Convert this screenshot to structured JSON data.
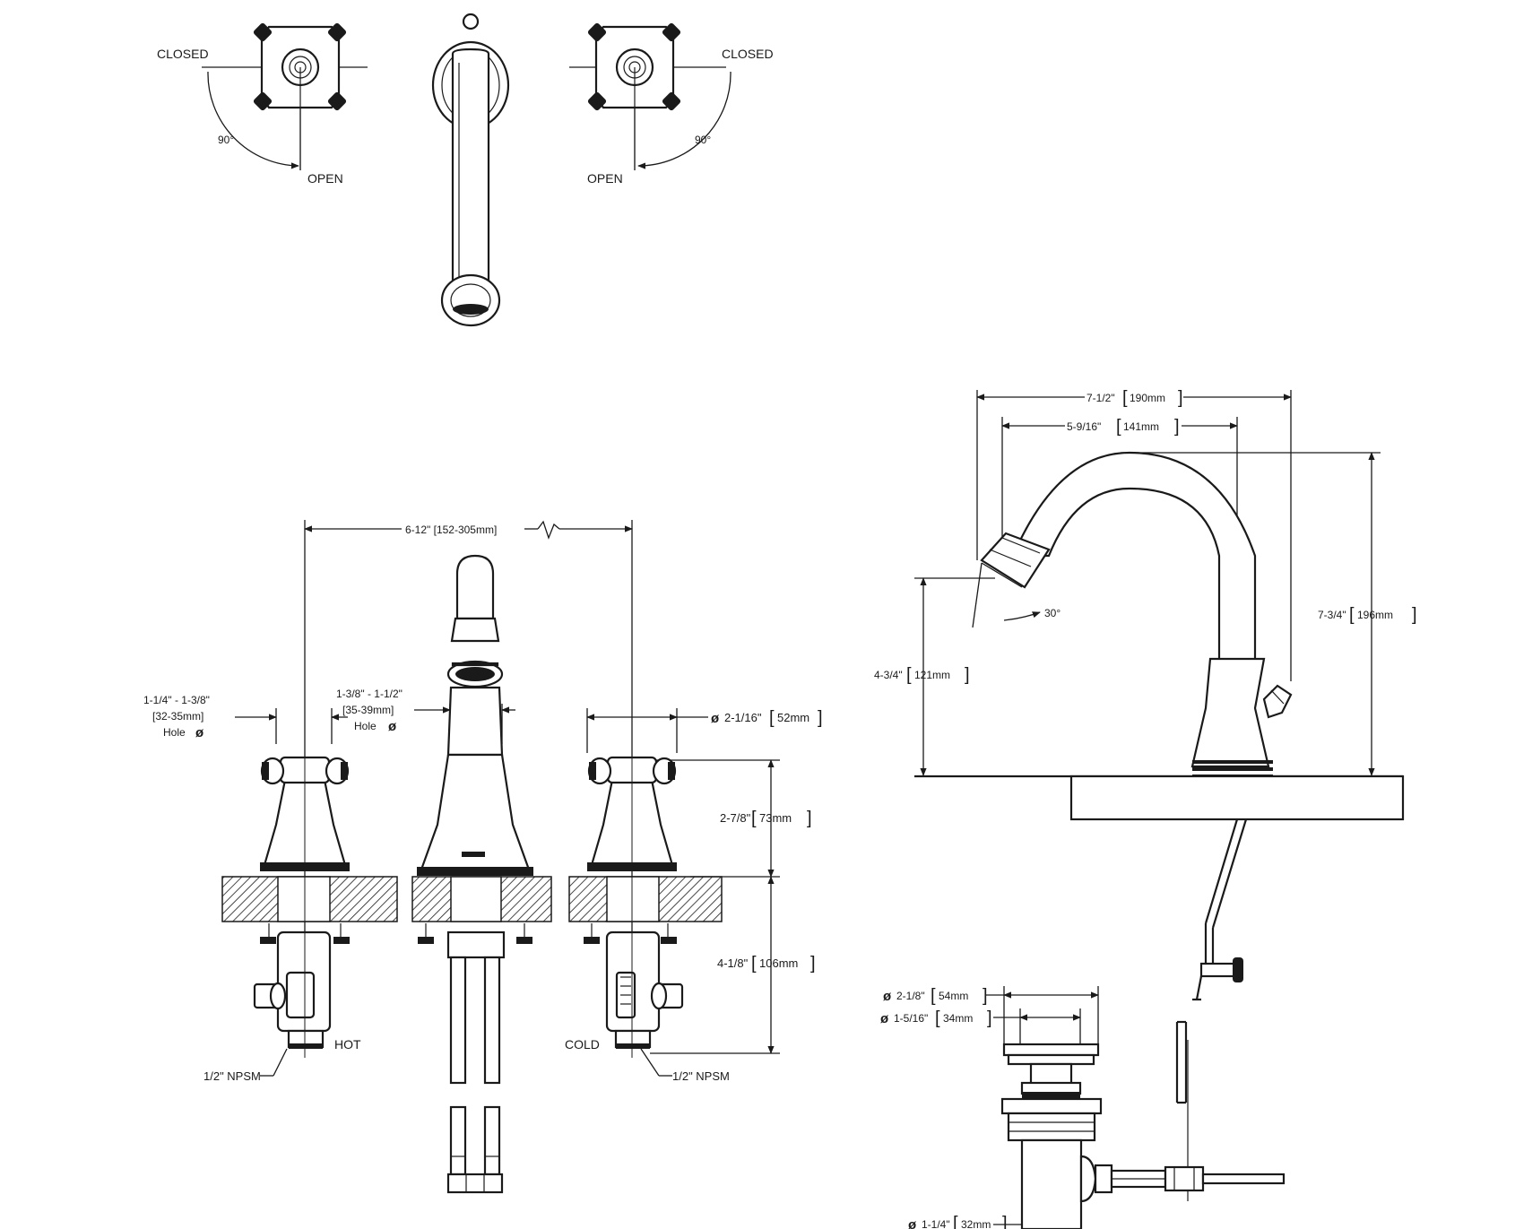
{
  "top_view": {
    "left_handle": {
      "closed_label": "CLOSED",
      "open_label": "OPEN",
      "angle_label": "90°"
    },
    "right_handle": {
      "closed_label": "CLOSED",
      "open_label": "OPEN",
      "angle_label": "90°"
    }
  },
  "front_view": {
    "spread_label": "6-12\" [152-305mm]",
    "handle_hole_label_1": "1-1/4\" - 1-3/8\"",
    "handle_hole_label_2": "[32-35mm]",
    "handle_hole_label_3": "Hole",
    "spout_hole_label_1": "1-3/8\" - 1-1/2\"",
    "spout_hole_label_2": "[35-39mm]",
    "spout_hole_label_3": "Hole",
    "escutcheon_diameter_label": "2-1/16\"",
    "escutcheon_diameter_mm": "52mm",
    "handle_height_label": "2-7/8\"",
    "handle_height_mm": "73mm",
    "shank_length_label": "4-1/8\"",
    "shank_length_mm": "106mm",
    "hot_label": "HOT",
    "cold_label": "COLD",
    "left_npsm_label": "1/2\" NPSM",
    "right_npsm_label": "1/2\" NPSM"
  },
  "side_view": {
    "spout_reach_label": "7-1/2\"",
    "spout_reach_mm": "190mm",
    "spout_to_center_label": "5-9/16\"",
    "spout_to_center_mm": "141mm",
    "overall_height_label": "7-3/4\"",
    "overall_height_mm": "196mm",
    "spout_height_label": "4-3/4\"",
    "spout_height_mm": "121mm",
    "spray_angle_label": "30°"
  },
  "drain_view": {
    "flange_diameter_label": "2-1/8\"",
    "flange_diameter_mm": "54mm",
    "stopper_diameter_label": "1-5/16\"",
    "stopper_diameter_mm": "34mm",
    "tailpiece_diameter_label": "1-1/4\"",
    "tailpiece_diameter_mm": "32mm"
  },
  "symbols": {
    "diameter": "ø"
  }
}
